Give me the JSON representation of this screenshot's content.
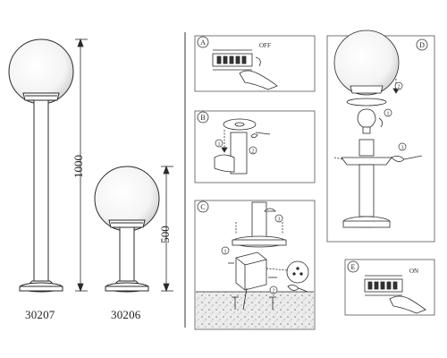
{
  "products": [
    {
      "model": "30207",
      "height_mm": "1000"
    },
    {
      "model": "30206",
      "height_mm": "500"
    }
  ],
  "steps": [
    {
      "letter": "A",
      "switch_label": "OFF"
    },
    {
      "letter": "B",
      "callouts": [
        "1",
        "2"
      ]
    },
    {
      "letter": "C",
      "callouts": [
        "1",
        "2",
        "3"
      ]
    },
    {
      "letter": "D",
      "callouts": [
        "1",
        "2",
        "3"
      ]
    },
    {
      "letter": "E",
      "switch_label": "ON"
    }
  ],
  "colors": {
    "line": "#2a2a2a",
    "panel_border": "#555555",
    "divider": "#333333",
    "gravel": "#e6e6e6"
  }
}
